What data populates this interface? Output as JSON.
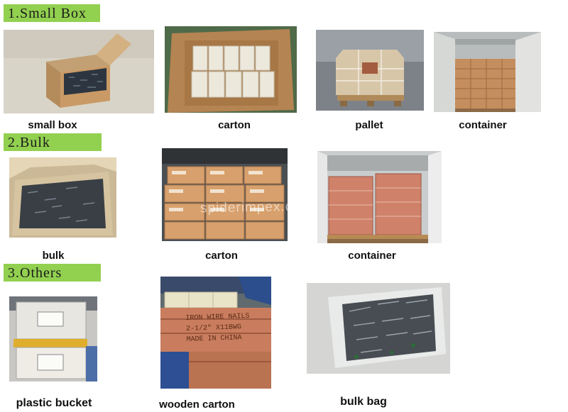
{
  "sections": [
    {
      "title": "1.Small Box"
    },
    {
      "title": "2.Bulk"
    },
    {
      "title": "3.Others"
    }
  ],
  "row1": {
    "captions": [
      "small box",
      "carton",
      "pallet",
      "container"
    ]
  },
  "row2": {
    "captions": [
      "bulk",
      "carton",
      "container"
    ]
  },
  "row3": {
    "captions": [
      "plastic bucket",
      "wooden carton",
      "bulk bag"
    ]
  },
  "watermark": "spiderimpex.com",
  "wooden_carton_print": [
    "IRON WIRE NAILS",
    "2-1/2\" X11BWG",
    "MADE IN CHINA"
  ],
  "colors": {
    "section_tag": "#92d050",
    "carton_brown": "#c99a66"
  }
}
